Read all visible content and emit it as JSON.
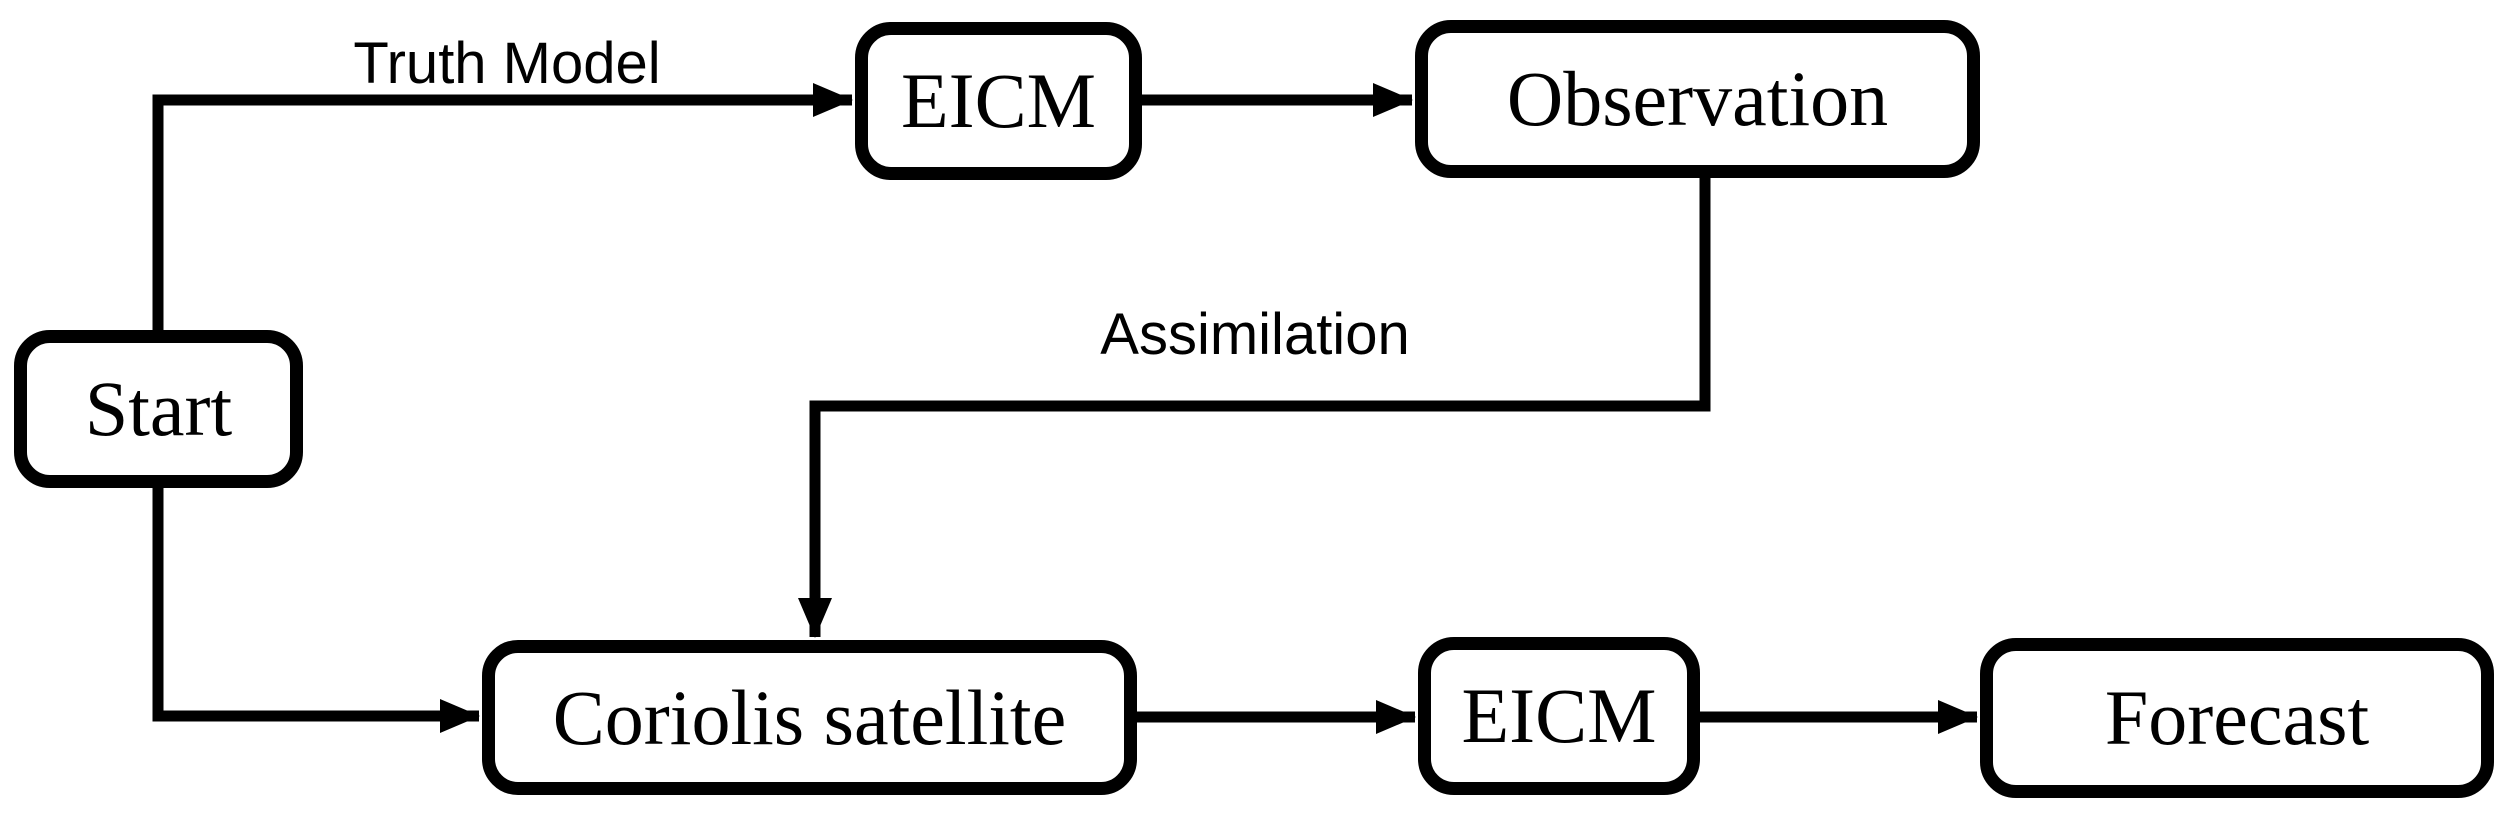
{
  "diagram": {
    "background_color": "#ffffff",
    "stroke_color": "#000000",
    "nodes": [
      {
        "id": "start",
        "label": "Start"
      },
      {
        "id": "eicm-top",
        "label": "EICM"
      },
      {
        "id": "observation",
        "label": "Observation"
      },
      {
        "id": "coriolis-satellite",
        "label": "Coriolis satellite"
      },
      {
        "id": "eicm-bottom",
        "label": "EICM"
      },
      {
        "id": "forecast",
        "label": "Forecast"
      }
    ],
    "edges": [
      {
        "from": "start",
        "to": "eicm-top",
        "label": "Truth Model"
      },
      {
        "from": "eicm-top",
        "to": "observation",
        "label": ""
      },
      {
        "from": "observation",
        "to": "coriolis-satellite",
        "label": "Assimilation"
      },
      {
        "from": "start",
        "to": "coriolis-satellite",
        "label": ""
      },
      {
        "from": "coriolis-satellite",
        "to": "eicm-bottom",
        "label": ""
      },
      {
        "from": "eicm-bottom",
        "to": "forecast",
        "label": ""
      }
    ]
  }
}
